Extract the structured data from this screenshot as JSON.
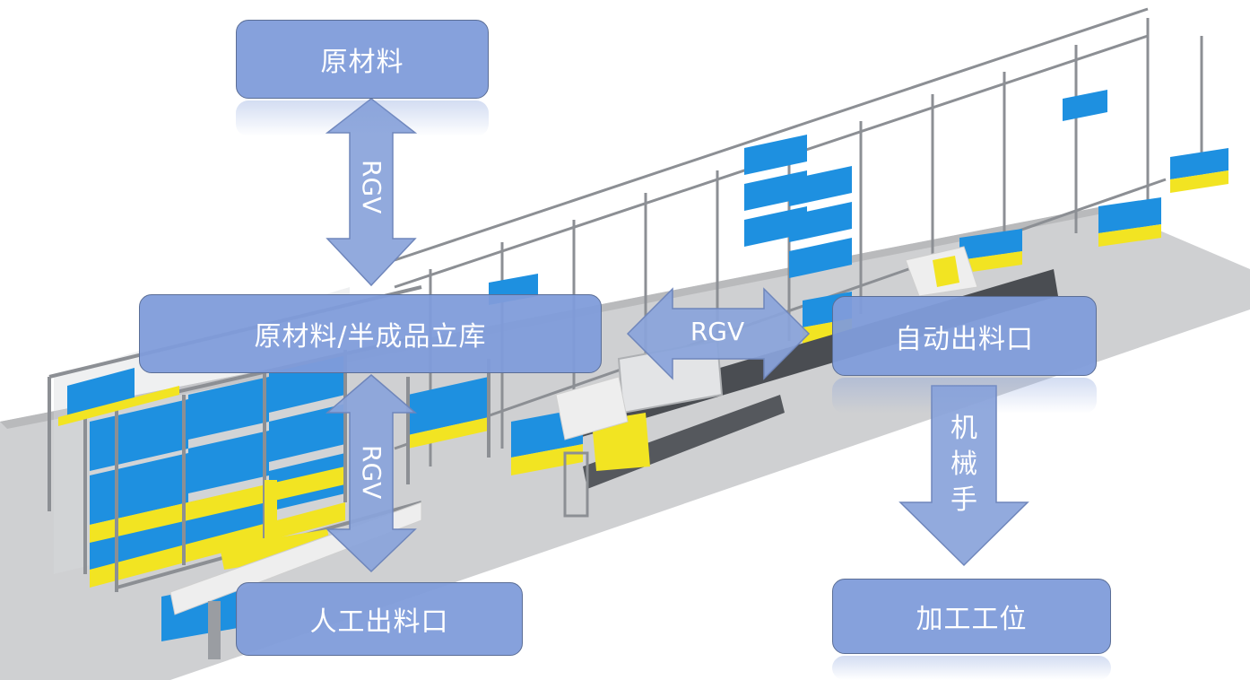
{
  "nodes": {
    "raw_material": "原材料",
    "warehouse": "原材料/半成品立库",
    "auto_outlet": "自动出料口",
    "manual_outlet": "人工出料口",
    "workstation": "加工工位"
  },
  "edges": {
    "top_rgv": "RGV",
    "bottom_rgv": "RGV",
    "horizontal_rgv": "RGV",
    "robot_arm_chars": [
      "机",
      "械",
      "手"
    ]
  },
  "colors": {
    "box_fill": "#809cda",
    "box_border": "#5b6e96",
    "rack_blue": "#1e90e0",
    "rack_yellow": "#f2e422",
    "floor": "#c9cacc",
    "frame": "#8c8f94"
  }
}
